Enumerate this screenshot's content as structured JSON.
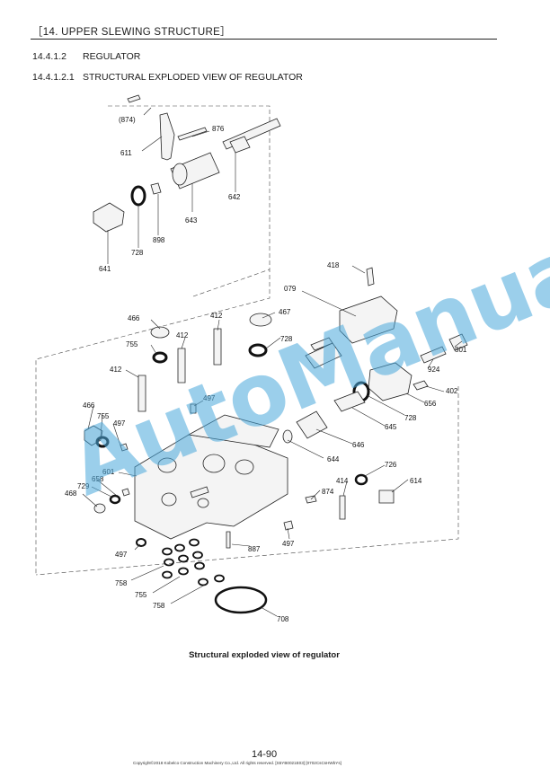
{
  "header": {
    "chapter": "［14.   UPPER SLEWING STRUCTURE］"
  },
  "sections": {
    "s1": {
      "number": "14.4.1.2",
      "title": "REGULATOR"
    },
    "s2": {
      "number": "14.4.1.2.1",
      "title": "STRUCTURAL EXPLODED VIEW OF REGULATOR"
    }
  },
  "diagram": {
    "part_labels": {
      "p874a": "(874)",
      "p876": "876",
      "p611": "611",
      "p642": "642",
      "p643": "643",
      "p898": "898",
      "p728a": "728",
      "p641": "641",
      "p418": "418",
      "p079": "079",
      "p466a": "466",
      "p412a": "412",
      "p467": "467",
      "p755a": "755",
      "p412b": "412",
      "p728b": "728",
      "p801": "801",
      "p924": "924",
      "p412c": "412",
      "p497a": "497",
      "p402": "402",
      "p656": "656",
      "p466b": "466",
      "p755b": "755",
      "p497b": "497",
      "p728c": "728",
      "p645": "645",
      "p646": "646",
      "p644": "644",
      "p726": "726",
      "p601": "601",
      "p658": "658",
      "p729": "729",
      "p468": "468",
      "p414": "414",
      "p614": "614",
      "p874b": "874",
      "p497c": "497",
      "p887": "887",
      "p497d": "497",
      "p758a": "758",
      "p755c": "755",
      "p758b": "758",
      "p708": "708"
    },
    "caption": "Structural exploded view of regulator"
  },
  "watermark": "AutoManual",
  "footer": {
    "page_number": "14-90",
    "copyright": "Copyright©2018 Kobelco Construction Machinery Co.,Ltd. All rights reserved. [S5YB0021E03] [0702CsCsHWbYs]"
  }
}
